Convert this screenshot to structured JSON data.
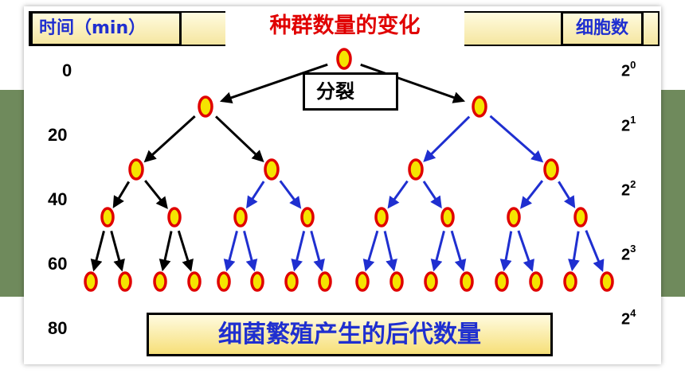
{
  "header": {
    "time_label": "时间（min）",
    "title": "种群数量的变化",
    "count_label": "细胞数"
  },
  "split_label": "分裂",
  "caption": "细菌繁殖产生的后代数量",
  "time_ticks": [
    "0",
    "20",
    "40",
    "60",
    "80"
  ],
  "cell_counts": [
    {
      "base": "2",
      "exp": "0"
    },
    {
      "base": "2",
      "exp": "1"
    },
    {
      "base": "2",
      "exp": "2"
    },
    {
      "base": "2",
      "exp": "3"
    },
    {
      "base": "2",
      "exp": "4"
    }
  ],
  "colors": {
    "cell_fill": "#f5e400",
    "cell_stroke": "#e00000",
    "arrow_black": "#000000",
    "arrow_blue": "#1f2fd0",
    "title_red": "#e00000",
    "label_blue": "#1f2fd0"
  }
}
